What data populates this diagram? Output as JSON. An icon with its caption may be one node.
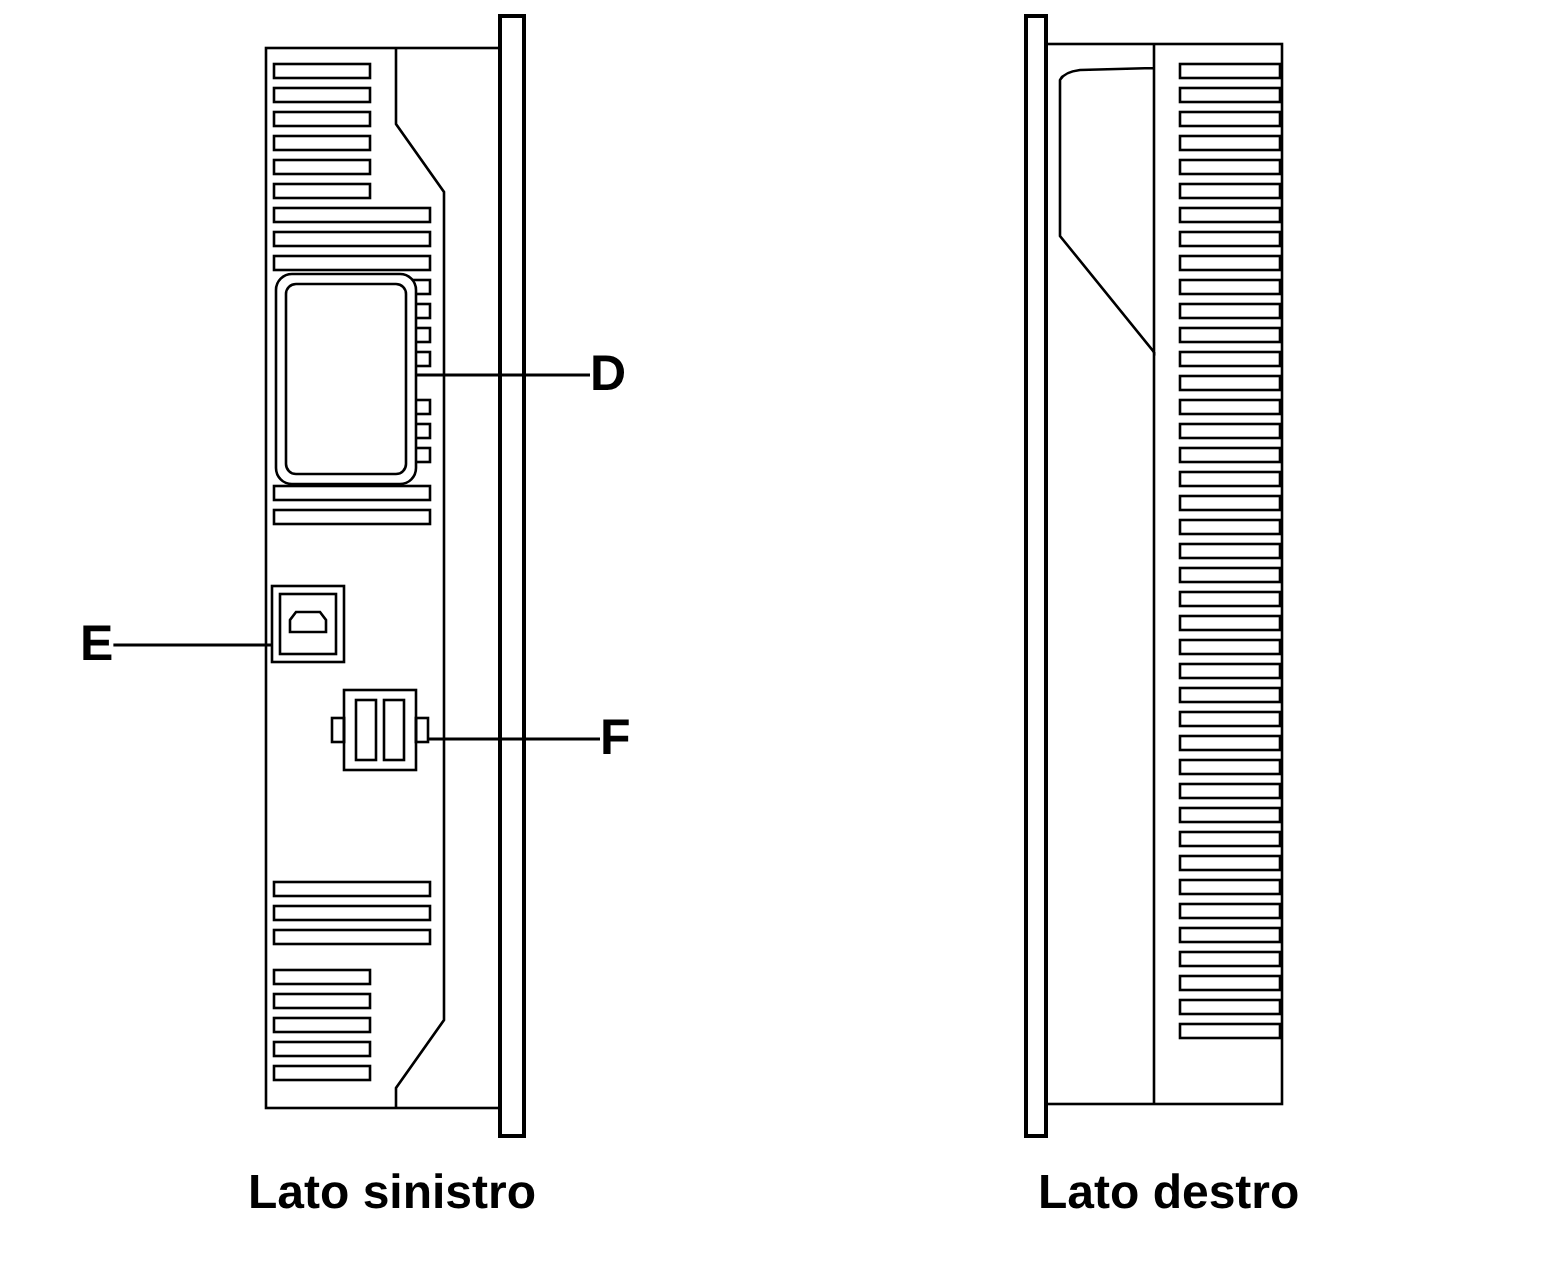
{
  "diagram": {
    "nodes": [
      {
        "text": [
          "D"
        ]
      },
      {
        "text": [],
        "shape": "picture"
      },
      {
        "text": [
          "E"
        ]
      },
      {
        "text": [],
        "shape": "picture"
      },
      {
        "text": [
          "F"
        ]
      },
      {
        "text": [],
        "shape": "picture"
      }
    ],
    "edges": [
      {
        "from": 0,
        "to": 1,
        "arrow": "none"
      },
      {
        "from": 2,
        "to": 3,
        "arrow": "none"
      },
      {
        "from": 4,
        "to": 5,
        "arrow": "none"
      }
    ],
    "labels": [
      "Lato sinistro",
      "Lato destro"
    ]
  }
}
